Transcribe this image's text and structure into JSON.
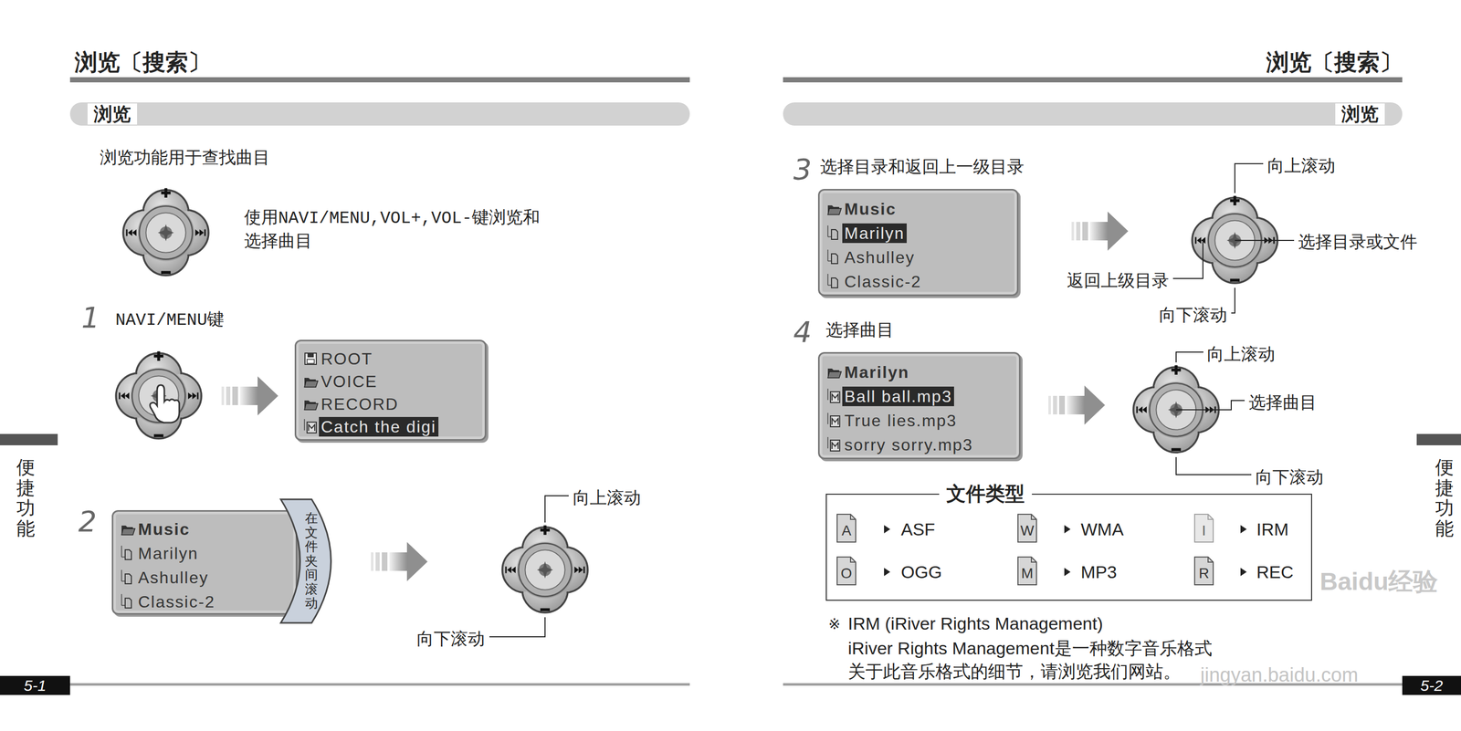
{
  "diagram": {
    "title": "浏览〔搜索〕",
    "nodes": [
      {
        "text": [
          "浏览"
        ]
      },
      {
        "text": [
          "浏览"
        ]
      },
      {
        "text": [
          "ROOT",
          "VOICE",
          "RECORD",
          "Catch the digi"
        ]
      },
      {
        "text": [
          "Music",
          "Marilyn",
          "Ashulley",
          "Classic-2"
        ]
      },
      {
        "text": [
          "在文件夹间滚动"
        ]
      },
      {
        "text": [
          "Music",
          "Marilyn",
          "Ashulley",
          "Classic-2"
        ]
      },
      {
        "text": [
          "Marilyn",
          "Ball ball.mp3",
          "True lies.mp3",
          "sorry sorry.mp3"
        ]
      },
      {
        "text": [
          "文件类型"
        ]
      },
      {
        "text": [
          "5-1"
        ]
      },
      {
        "text": [
          "5-2"
        ]
      }
    ],
    "labels": [
      "浏览功能用于查找曲目",
      "使用NAVI/MENU,VOL+,VOL-键浏览和选择曲目",
      "1",
      "NAVI/MENU键",
      "2",
      "向上滚动",
      "向下滚动",
      "便捷功能",
      "浏览〔搜索〕",
      "3",
      "选择目录和返回上一级目录",
      "向上滚动",
      "选择目录或文件",
      "返回上级目录",
      "向下滚动",
      "4",
      "选择曲目",
      "向上滚动",
      "选择曲目",
      "向下滚动",
      "A",
      "W",
      "I",
      "O",
      "M",
      "R",
      "※",
      "IRM (iRiver Rights Management)",
      "iRiver Rights Management是一种数字音乐格式",
      "关于此音乐格式的细节，请浏览我们网站。",
      "Baidu经验",
      "jingyan.baidu.com",
      "便捷功能"
    ],
    "legend": [
      {
        "text": "ASF"
      },
      {
        "text": "WMA"
      },
      {
        "text": "IRM"
      },
      {
        "text": "OGG"
      },
      {
        "text": "MP3"
      },
      {
        "text": "REC"
      }
    ]
  }
}
